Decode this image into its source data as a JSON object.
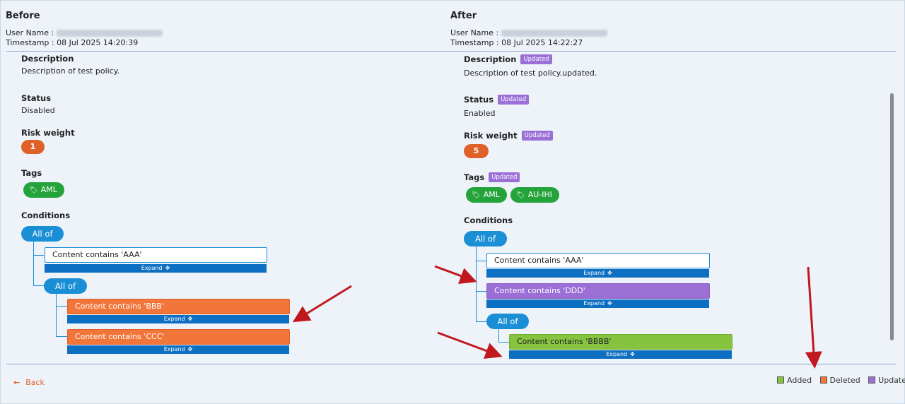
{
  "before": {
    "title": "Before",
    "user_name_label": "User Name :",
    "timestamp": "Timestamp : 08 Jul 2025 14:20:39",
    "description_label": "Description",
    "description_value": "Description of test policy.",
    "status_label": "Status",
    "status_value": "Disabled",
    "risk_label": "Risk weight",
    "risk_value": "1",
    "tags_label": "Tags",
    "tags": [
      "AML"
    ],
    "conditions_label": "Conditions",
    "allof_1": "All of",
    "cond_aaa": "Content contains 'AAA'",
    "allof_2": "All of",
    "cond_bbb": "Content contains 'BBB'",
    "cond_ccc": "Content contains 'CCC'",
    "expand": "Expand"
  },
  "after": {
    "title": "After",
    "user_name_label": "User Name :",
    "timestamp": "Timestamp : 08 Jul 2025 14:22:27",
    "description_label": "Description",
    "description_value": "Description of test policy.updated.",
    "status_label": "Status",
    "status_value": "Enabled",
    "risk_label": "Risk weight",
    "risk_value": "5",
    "tags_label": "Tags",
    "tags": [
      "AML",
      "AU-IHI"
    ],
    "conditions_label": "Conditions",
    "allof_1": "All of",
    "cond_aaa": "Content contains 'AAA'",
    "cond_ddd": "Content contains 'DDD'",
    "allof_2": "All of",
    "cond_bbbb": "Content contains 'BBBB'",
    "expand": "Expand"
  },
  "updated_badge": "Updated",
  "footer": {
    "back_label": "Back",
    "legend": [
      {
        "label": "Added",
        "color": "#86c440"
      },
      {
        "label": "Deleted",
        "color": "#f2753a"
      },
      {
        "label": "Updated",
        "color": "#9b6fd6"
      }
    ]
  },
  "icons": {
    "tag": "tag-icon",
    "expand": "expand-arrows-icon",
    "back": "arrow-left-icon"
  },
  "colors": {
    "accent_blue": "#1b8fd6",
    "expand_blue": "#0d6fc2",
    "added": "#86c440",
    "deleted": "#f2753a",
    "updated": "#9b6fd6",
    "tag_green": "#24a33a",
    "risk_orange": "#e0602a",
    "annotation_arrow": "#c0181f"
  }
}
